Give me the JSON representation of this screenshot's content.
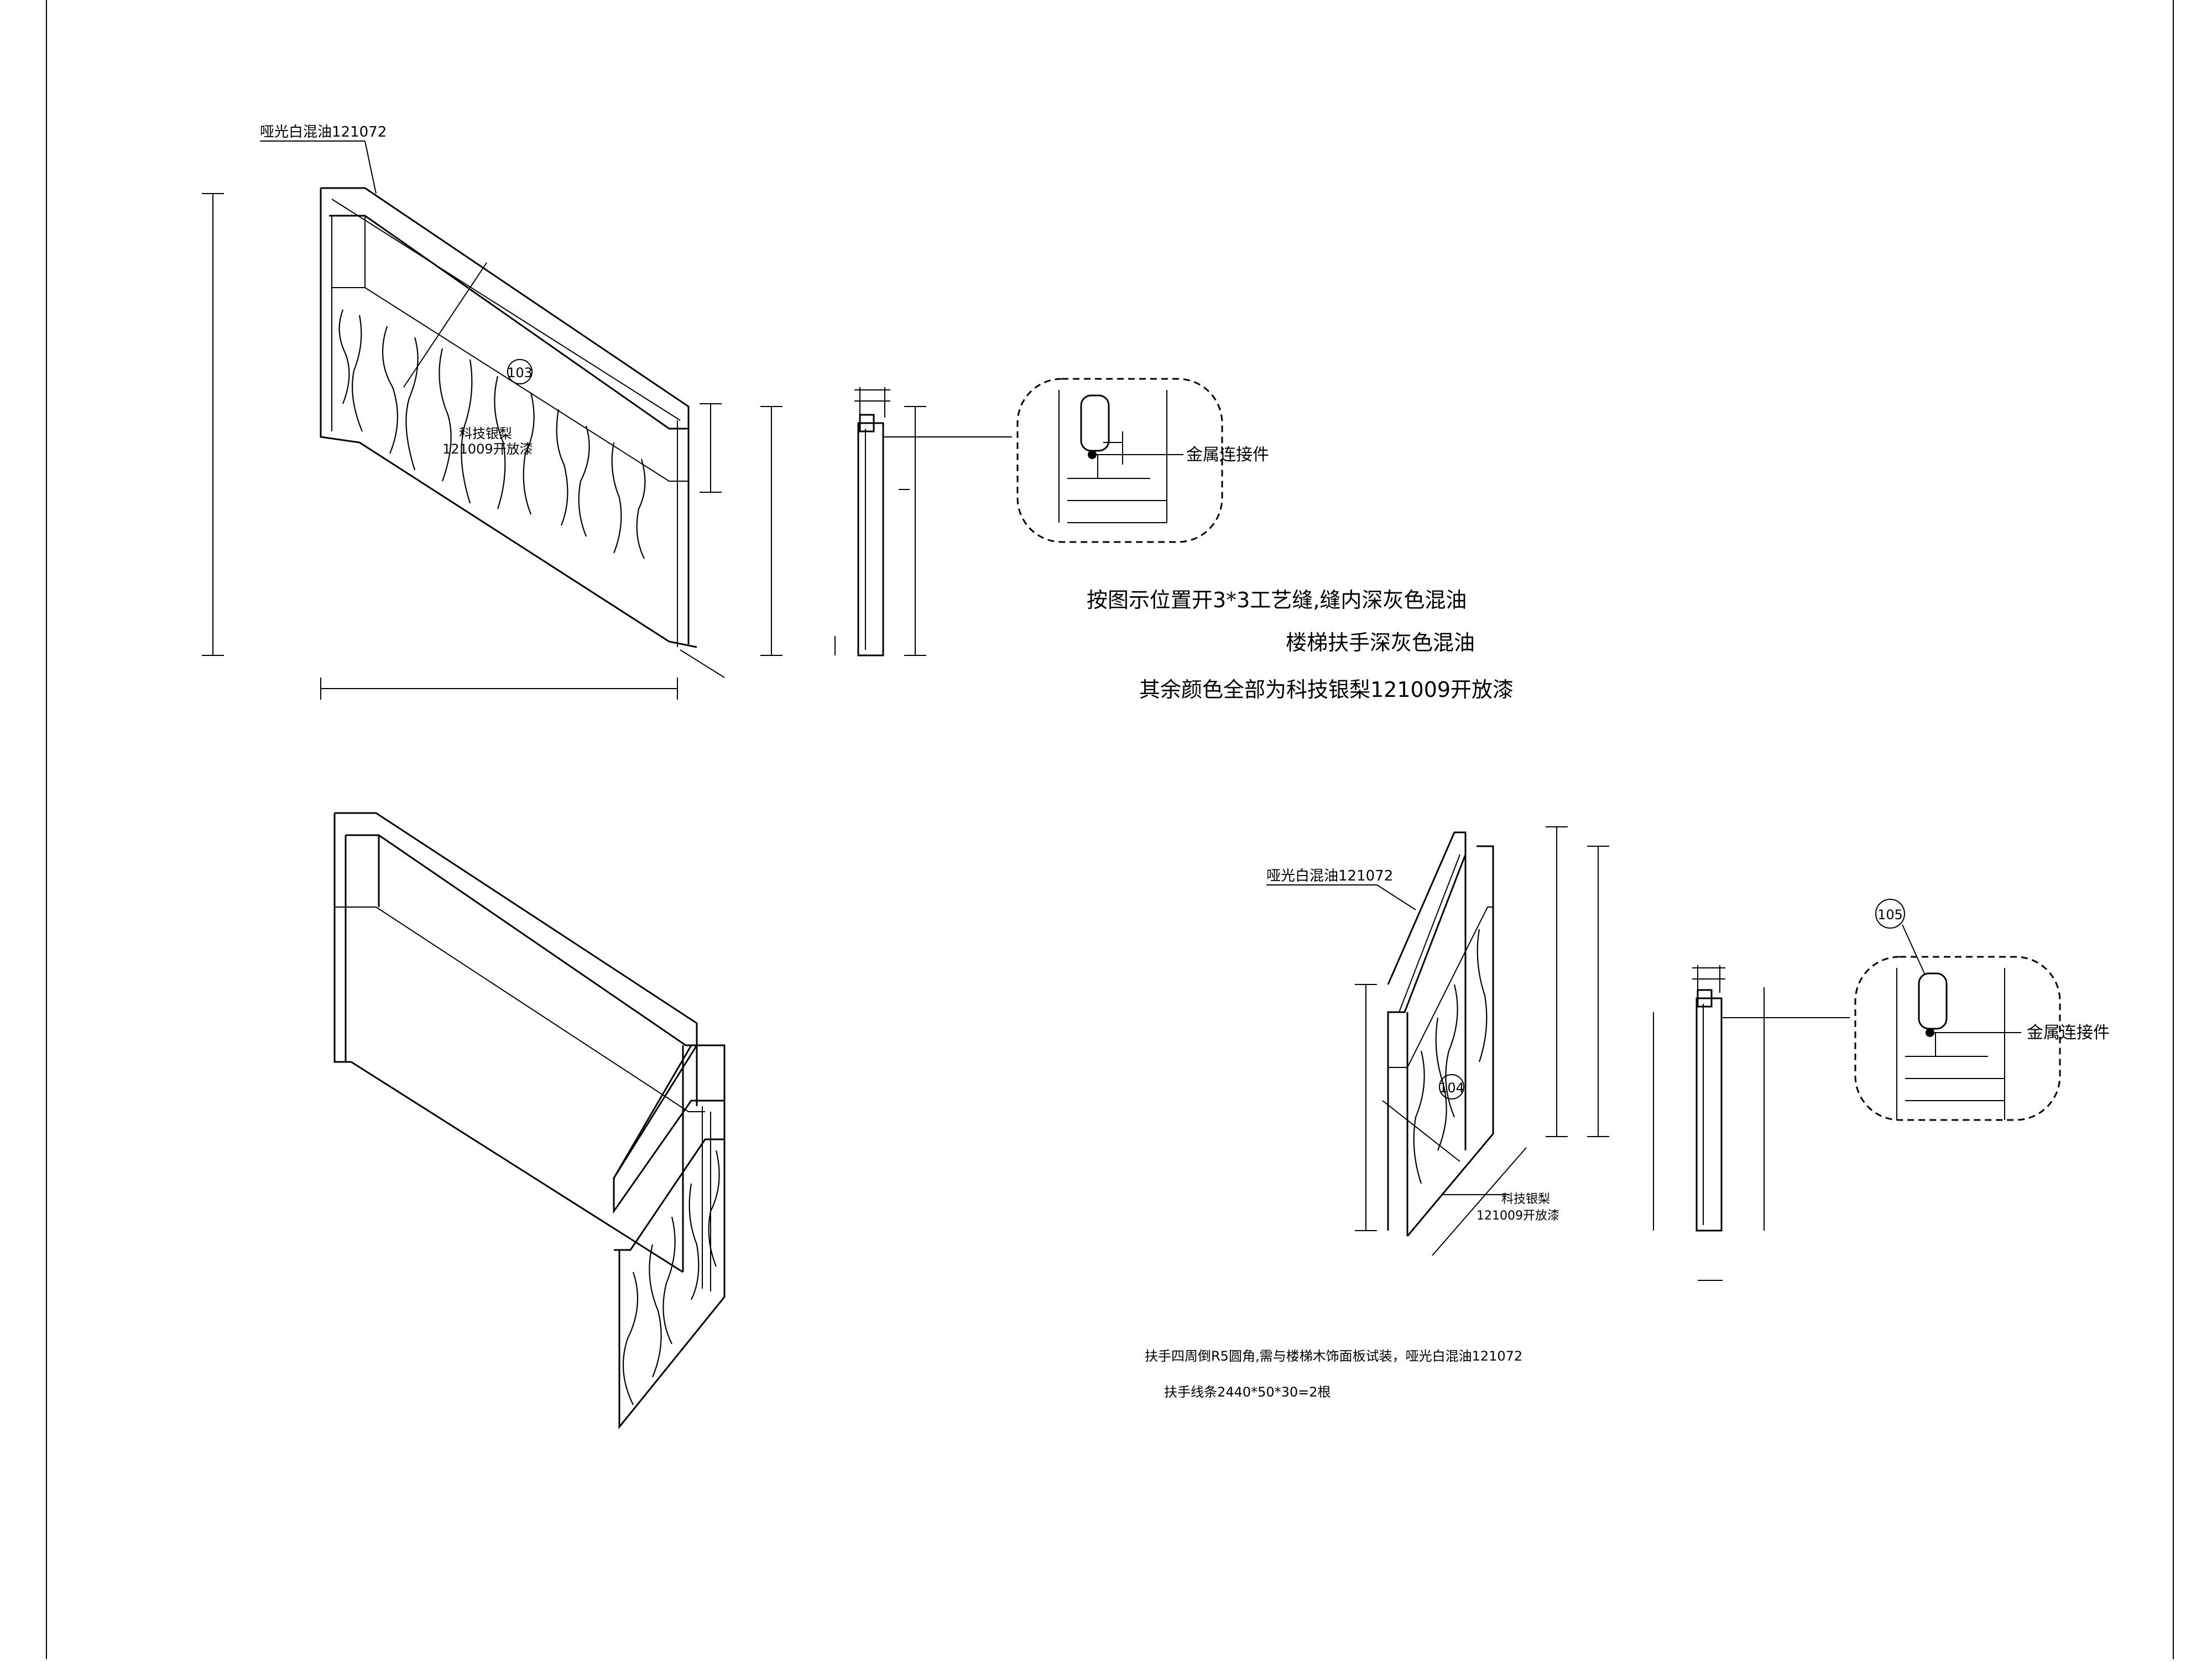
{
  "drawing": {
    "top_label_matte_white": "哑光白混油121072",
    "marker_103": "103",
    "panel_label_line1": "科技银梨",
    "panel_label_line2": "121009开放漆",
    "metal_connector_1": "金属连接件",
    "note_line1": "按图示位置开3*3工艺缝,缝内深灰色混油",
    "note_line2": "楼梯扶手深灰色混油",
    "note_line3": "其余颜色全部为科技银梨121009开放漆",
    "right_label_matte_white": "哑光白混油121072",
    "marker_104": "104",
    "marker_105": "105",
    "metal_connector_2": "金属连接件",
    "right_panel_label_line1": "科技银梨",
    "right_panel_label_line2": "121009开放漆",
    "spec_line1": "扶手四周倒R5圆角,需与楼梯木饰面板试装，哑光白混油121072",
    "spec_line2": "扶手线条2440*50*30=2根"
  }
}
